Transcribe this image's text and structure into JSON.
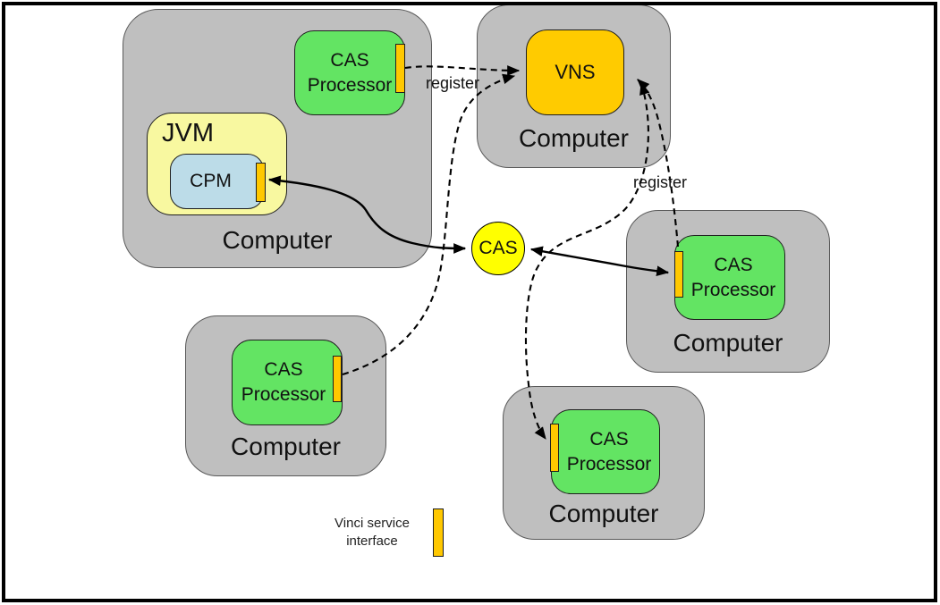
{
  "colors": {
    "computer_gray": "#bfbfbf",
    "processor_green": "#63e463",
    "vns_orange": "#ffcb00",
    "interface_bar_orange": "#ffc800",
    "jvm_yellow": "#f8f8a0",
    "cpm_blue": "#bcdce8",
    "cas_yellow": "#ffff00"
  },
  "nodes": {
    "computer_top_left": {
      "label": "Computer"
    },
    "processor_top_left": {
      "label": "CAS Processor"
    },
    "jvm": {
      "label": "JVM"
    },
    "cpm": {
      "label": "CPM"
    },
    "computer_top_right": {
      "label": "Computer"
    },
    "vns": {
      "label": "VNS"
    },
    "cas": {
      "label": "CAS"
    },
    "computer_right": {
      "label": "Computer"
    },
    "processor_right": {
      "label": "CAS Processor"
    },
    "computer_bottom_left": {
      "label": "Computer"
    },
    "processor_bottom_left": {
      "label": "CAS Processor"
    },
    "computer_bottom_middle": {
      "label": "Computer"
    },
    "processor_bottom_middle": {
      "label": "CAS Processor"
    }
  },
  "edges": {
    "register_top": {
      "from": "processor_top_left",
      "to": "vns",
      "style": "dashed",
      "label": "register"
    },
    "register_bottom_left": {
      "from": "processor_bottom_left",
      "to": "vns",
      "style": "dashed"
    },
    "register_right": {
      "from": "processor_right",
      "to": "vns",
      "style": "dashed",
      "label": "register"
    },
    "vns_bottom_middle": {
      "from": "vns",
      "to": "processor_bottom_middle",
      "style": "dashed"
    },
    "cpm_cas": {
      "from": "cpm",
      "to": "cas",
      "style": "solid",
      "bidirectional": true
    },
    "cas_processor_right": {
      "from": "cas",
      "to": "processor_right",
      "style": "solid",
      "bidirectional": true
    }
  },
  "legend": {
    "label": "Vinci service interface"
  }
}
